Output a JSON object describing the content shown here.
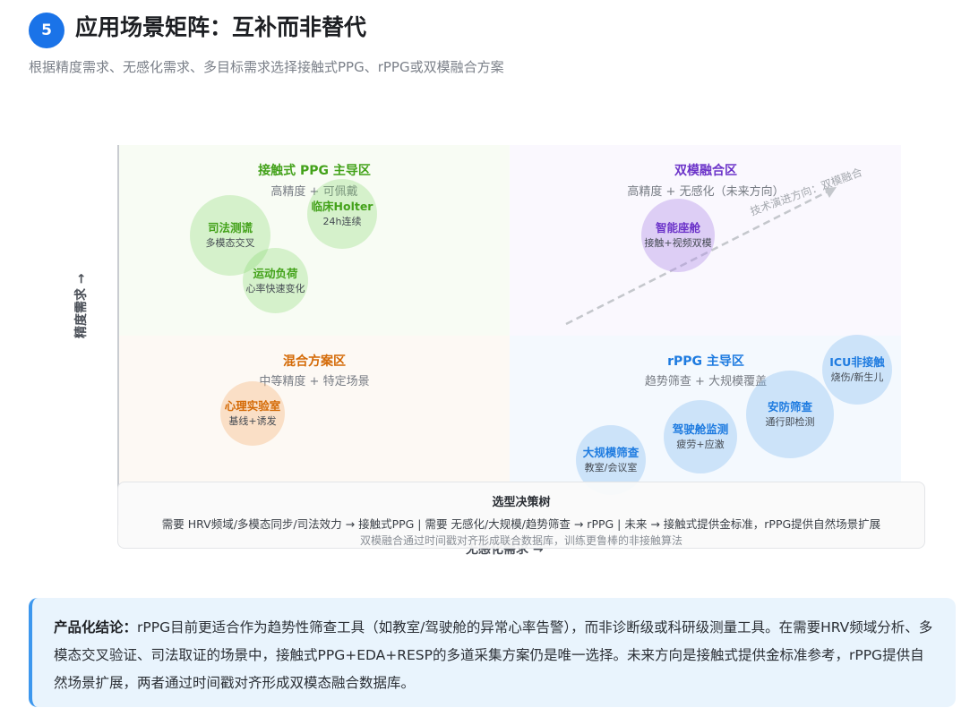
{
  "header": {
    "section_number": "5",
    "title": "应用场景矩阵：互补而非替代",
    "subtitle": "根据精度需求、无感化需求、多目标需求选择接触式PPG、rPPG或双模融合方案"
  },
  "matrix": {
    "y_axis_label": "精度需求 →",
    "x_axis_label": "无感化需求 →",
    "quadrants": {
      "top_left": {
        "title": "接触式 PPG 主导区",
        "subtitle": "高精度 + 可佩戴",
        "color": "#43a21a"
      },
      "top_right": {
        "title": "双模融合区",
        "subtitle": "高精度 + 无感化（未来方向）",
        "color": "#6c34c9"
      },
      "bottom_left": {
        "title": "混合方案区",
        "subtitle": "中等精度 + 特定场景",
        "color": "#d46a06"
      },
      "bottom_right": {
        "title": "rPPG 主导区",
        "subtitle": "趋势筛查 + 大规模覆盖",
        "color": "#1e7be0"
      }
    },
    "bubbles": {
      "forensic": {
        "title": "司法测谎",
        "sub": "多模态交叉"
      },
      "holter": {
        "title": "临床Holter",
        "sub": "24h连续"
      },
      "exercise": {
        "title": "运动负荷",
        "sub": "心率快速变化"
      },
      "cockpit": {
        "title": "智能座舱",
        "sub": "接触+视频双模"
      },
      "psych_lab": {
        "title": "心理实验室",
        "sub": "基线+诱发"
      },
      "icu": {
        "title": "ICU非接触",
        "sub": "烧伤/新生儿"
      },
      "security": {
        "title": "安防筛查",
        "sub": "通行即检测"
      },
      "driver": {
        "title": "驾驶舱监测",
        "sub": "疲劳+应激"
      },
      "mass": {
        "title": "大规模筛查",
        "sub": "教室/会议室"
      }
    },
    "trend_label": "技术演进方向：双模融合"
  },
  "decision_tree": {
    "title": "选型决策树",
    "line": "需要 HRV频域/多模态同步/司法效力 → 接触式PPG | 需要 无感化/大规模/趋势筛查 → rPPG | 未来 → 接触式提供金标准，rPPG提供自然场景扩展",
    "note": "双模融合通过时间戳对齐形成联合数据库，训练更鲁棒的非接触算法"
  },
  "conclusion": {
    "label": "产品化结论：",
    "text": "rPPG目前更适合作为趋势性筛查工具（如教室/驾驶舱的异常心率告警），而非诊断级或科研级测量工具。在需要HRV频域分析、多模态交叉验证、司法取证的场景中，接触式PPG+EDA+RESP的多道采集方案仍是唯一选择。未来方向是接触式提供金标准参考，rPPG提供自然场景扩展，两者通过时间戳对齐形成双模态融合数据库。"
  }
}
